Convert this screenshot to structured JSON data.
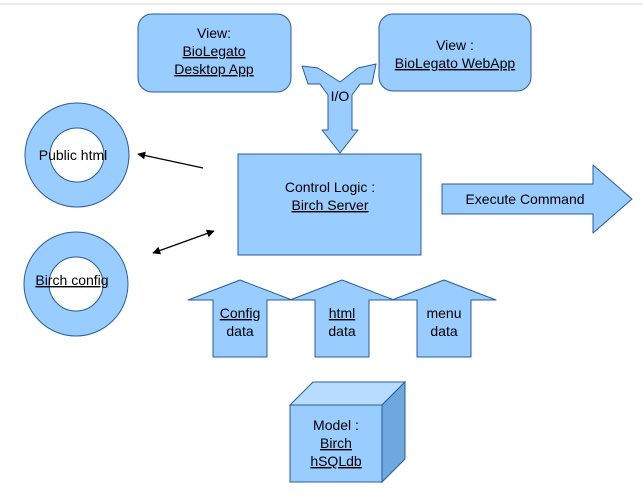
{
  "colors": {
    "fill": "#99ccff",
    "stroke": "#2a5c9a",
    "arrow_line": "#000000",
    "spellcheck_underline": "#d02020"
  },
  "view_desktop": {
    "line1": "View:",
    "line2": "BioLegato",
    "line3": "Desktop App"
  },
  "view_webapp": {
    "line1": "View :",
    "line2": "BioLegato WebApp"
  },
  "io_label": "I/O",
  "public_html": "Public html",
  "birch_config": "Birch config",
  "control_logic": {
    "line1": "Control Logic :",
    "line2": "Birch Server"
  },
  "execute_command": "Execute Command",
  "inputs": [
    {
      "line1": "Config",
      "line2": "data"
    },
    {
      "line1": "html",
      "line2": "data"
    },
    {
      "line1": "menu",
      "line2": "data"
    }
  ],
  "model": {
    "line1": "Model :",
    "line2": "Birch",
    "line3": "hSQLdb"
  }
}
